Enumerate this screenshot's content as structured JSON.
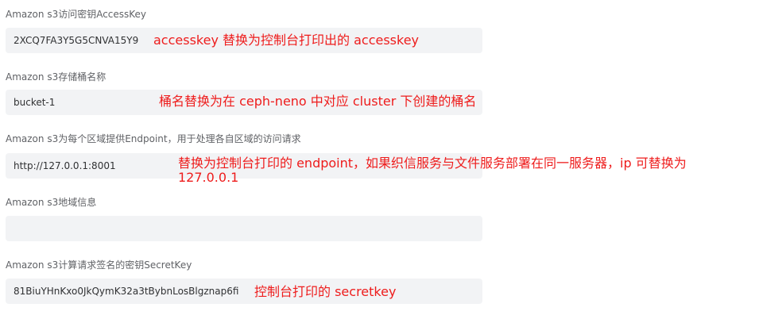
{
  "form": {
    "access_key": {
      "label": "Amazon s3访问密钥AccessKey",
      "value": "2XCQ7FA3Y5G5CNVA15Y9"
    },
    "bucket": {
      "label": "Amazon s3存储桶名称",
      "value": "bucket-1"
    },
    "endpoint": {
      "label": "Amazon s3为每个区域提供Endpoint，用于处理各自区域的访问请求",
      "value": "http://127.0.0.1:8001"
    },
    "region": {
      "label": "Amazon s3地域信息",
      "value": ""
    },
    "secret_key": {
      "label": "Amazon s3计算请求签名的密钥SecretKey",
      "value": "81BiuYHnKxo0JkQymK32a3tBybnLosBlgznap6fi"
    }
  },
  "annotations": {
    "access_key_note": "accesskey 替换为控制台打印出的 accesskey",
    "bucket_note": "桶名替换为在 ceph-neno 中对应 cluster 下创建的桶名",
    "endpoint_note": "替换为控制台打印的 endpoint，如果织信服务与文件服务部署在同一服务器，ip 可替换为 127.0.0.1",
    "secret_key_note": "控制台打印的 secretkey"
  },
  "colors": {
    "annotation": "#ee1c1c",
    "input_background": "#f2f3f5",
    "label_text": "#606266"
  }
}
